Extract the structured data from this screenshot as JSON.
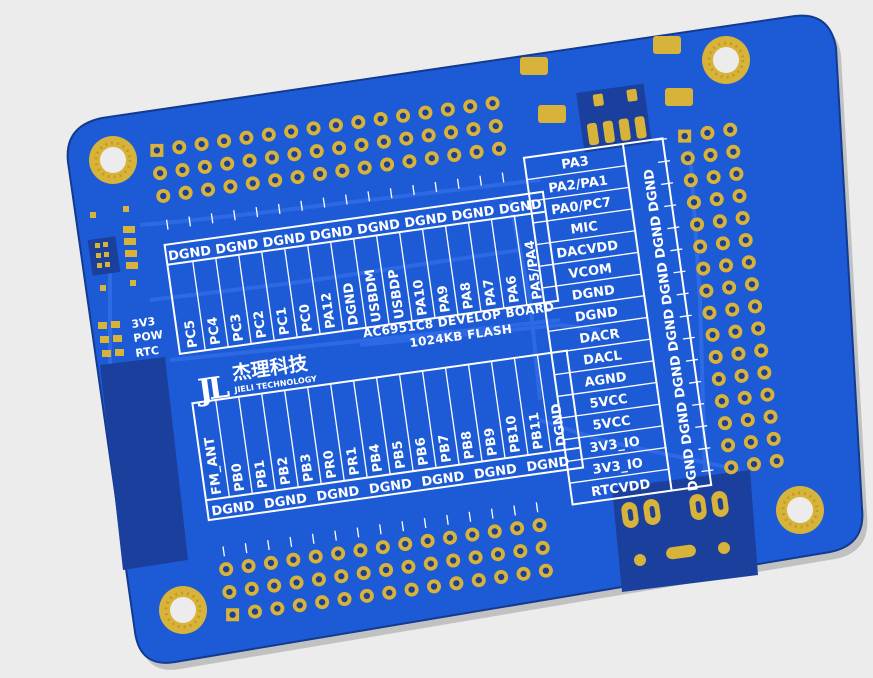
{
  "colors": {
    "background": "#ececec",
    "board": "#1d5bd6",
    "board_dark": "#174cb8",
    "copper_trace": "#2f6ae6",
    "pad_gold": "#d8b33a",
    "pad_ring": "#c49a22",
    "drill": "#1e3f93",
    "silkscreen": "#ffffff",
    "ground_area": "#1b3f9c"
  },
  "board": {
    "title_line1": "AC6951C8 DEVELOP BOARD",
    "title_line2": "1024KB FLASH"
  },
  "logo": {
    "mark": "JL",
    "cn_name": "杰理科技",
    "en_name": "JIELI TECHNOLOGY"
  },
  "small_labels": [
    "3V3",
    "POW",
    "RTC"
  ],
  "top_header": {
    "ground_row": [
      "DGND",
      "DGND",
      "DGND",
      "DGND",
      "DGND",
      "DGND",
      "DGND",
      "DGND"
    ],
    "pins": [
      "PC5",
      "PC4",
      "PC3",
      "PC2",
      "PC1",
      "PC0",
      "PA12",
      "DGND",
      "USBDM",
      "USBDP",
      "PA10",
      "PA9",
      "PA8",
      "PA7",
      "PA6",
      "PA5/PA4"
    ]
  },
  "bottom_header": {
    "ground_row": [
      "DGND",
      "DGND",
      "DGND",
      "DGND",
      "DGND",
      "DGND",
      "DGND"
    ],
    "pins": [
      "FM_ANT",
      "PB0",
      "PB1",
      "PB2",
      "PB3",
      "PR0",
      "PR1",
      "PB4",
      "PB5",
      "PB6",
      "PB7",
      "PB8",
      "PB9",
      "PB10",
      "PB11",
      "DGND"
    ]
  },
  "right_header": {
    "pins": [
      "PA3",
      "PA2/PA1",
      "PA0/PC7",
      "MIC",
      "DACVDD",
      "VCOM",
      "DGND",
      "DGND",
      "DACR",
      "DACL",
      "AGND",
      "5VCC",
      "5VCC",
      "3V3_IO",
      "3V3_IO",
      "RTCVDD"
    ],
    "ground_col": [
      "DGND",
      "DGND",
      "DGND",
      "DGND",
      "DGND",
      "DGND",
      "DGND"
    ]
  }
}
